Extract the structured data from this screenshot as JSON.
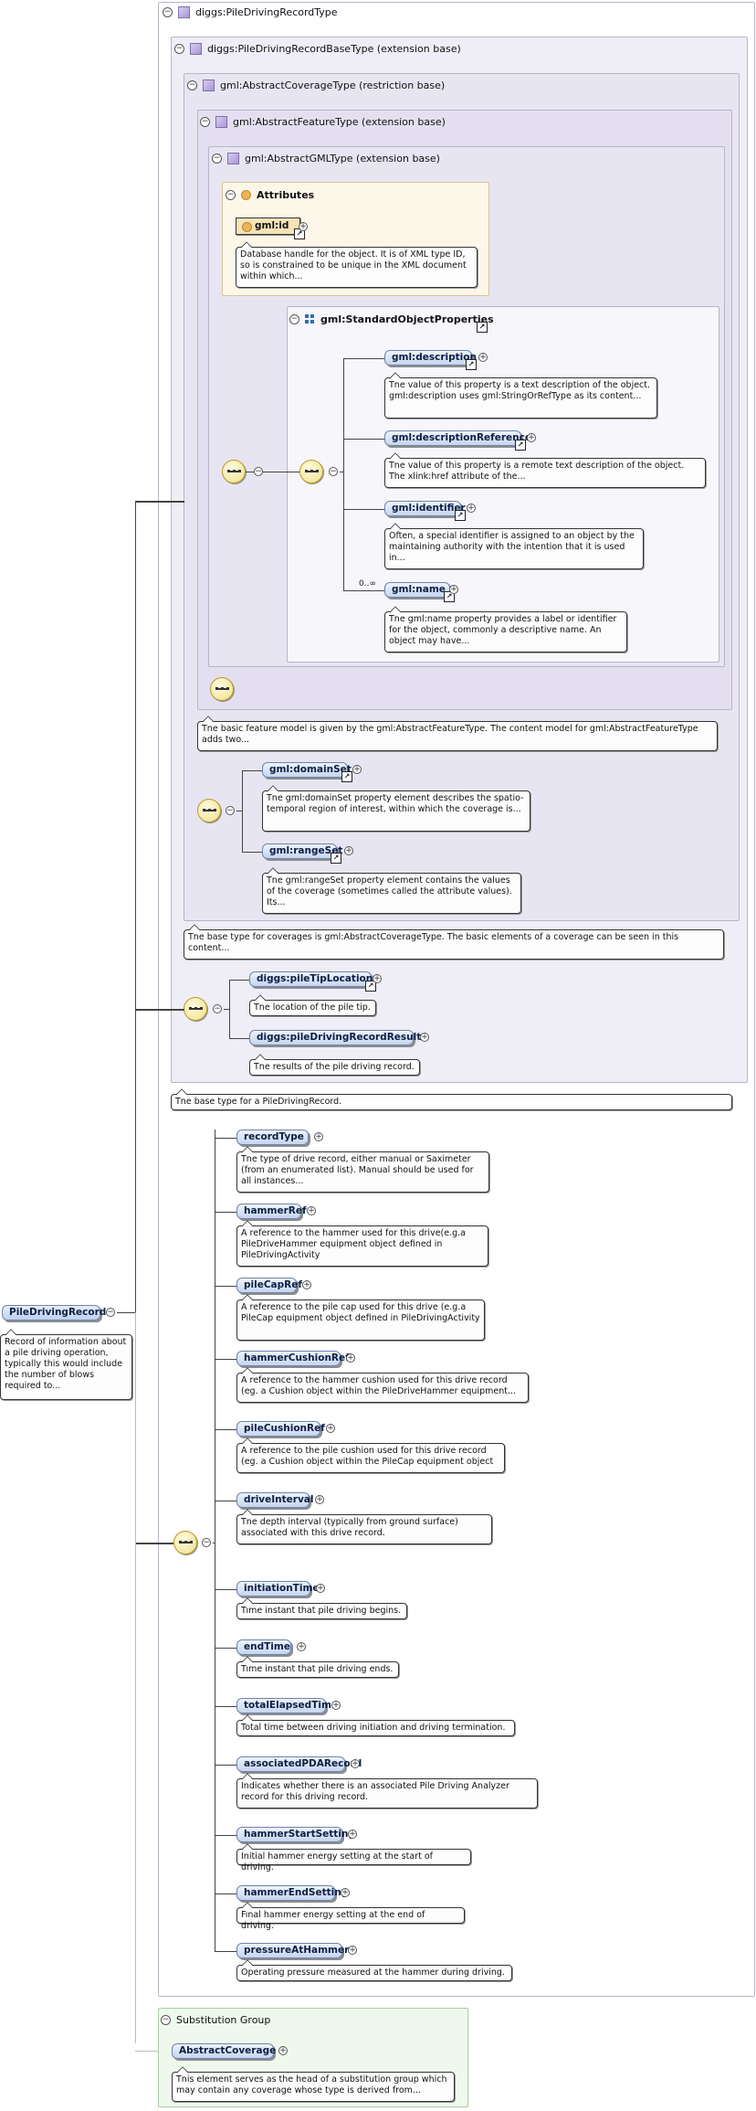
{
  "diagram": {
    "root": {
      "name": "PileDrivingRecord",
      "doc": "Record of information about a pile driving operation, typically this would include the number of blows required to..."
    },
    "pile_driving_record_type": {
      "title": "diggs:PileDrivingRecordType",
      "doc": "The base type for a PileDrivingRecord."
    },
    "base_type": {
      "title": "diggs:PileDrivingRecordBaseType (extension base)"
    },
    "abstract_coverage_type": {
      "title": "gml:AbstractCoverageType (restriction base)",
      "doc": "The base type for coverages is gml:AbstractCoverageType. The basic elements of a coverage can be seen in this content..."
    },
    "abstract_feature_type": {
      "title": "gml:AbstractFeatureType (extension base)",
      "doc": "The basic feature model is given by the gml:AbstractFeatureType. The content model for gml:AbstractFeatureType adds two..."
    },
    "abstract_gml_type": {
      "title": "gml:AbstractGMLType (extension base)"
    },
    "attributes": {
      "title": "Attributes",
      "attr_name": "gml:id",
      "attr_doc": "Database handle for the object. It is of XML type ID, so is constrained to be unique in the XML document within which..."
    },
    "standard_object_properties": {
      "title": "gml:StandardObjectProperties",
      "items": [
        {
          "name": "gml:description",
          "doc": "The value of this property is a text description of the object. gml:description uses gml:StringOrRefType as its content..."
        },
        {
          "name": "gml:descriptionReference",
          "doc": "The value of this property is a remote text description of the object. The xlink:href attribute of the..."
        },
        {
          "name": "gml:identifier",
          "doc": "Often, a special identifier is assigned to an object by the maintaining authority with the intention that it is used in..."
        },
        {
          "name": "gml:name",
          "doc": "The gml:name property provides a label or identifier for the object, commonly a descriptive name. An object may have...",
          "occurrence": "0..∞"
        }
      ]
    },
    "coverage_elements": [
      {
        "name": "gml:domainSet",
        "doc": "The gml:domainSet property element describes the spatio-temporal region of interest, within which the coverage is..."
      },
      {
        "name": "gml:rangeSet",
        "doc": "The gml:rangeSet property element contains the values of the coverage (sometimes called the attribute values). Its..."
      }
    ],
    "base_elements": [
      {
        "name": "diggs:pileTipLocation",
        "doc": "The location of the pile tip."
      },
      {
        "name": "diggs:pileDrivingRecordResults",
        "doc": "The results of the pile driving record."
      }
    ],
    "record_elements": [
      {
        "name": "recordType",
        "doc": "The type of drive record, either manual or Saximeter (from an enumerated list). Manual should be used for all instances..."
      },
      {
        "name": "hammerRef",
        "doc": "A reference to the hammer used for this drive(e.g.a PileDriveHammer equipment object defined in PileDrivingActivity"
      },
      {
        "name": "pileCapRef",
        "doc": "A reference to the pile cap used for this drive (e.g.a PileCap equipment object defined in PileDrivingActivity"
      },
      {
        "name": "hammerCushionRef",
        "doc": "A reference to the hammer cushion used for this drive record (eg. a Cushion object within the PileDriveHammer equipment..."
      },
      {
        "name": "pileCushionRef",
        "doc": "A reference to the pile cushion used for this drive record (eg. a Cushion object within the PileCap equipment object"
      },
      {
        "name": "driveInterval",
        "doc": "The depth interval (typically from ground surface) associated with this drive record."
      },
      {
        "name": "initiationTime",
        "doc": "Time instant that pile driving begins."
      },
      {
        "name": "endTime",
        "doc": "Time instant that pile driving ends."
      },
      {
        "name": "totalElapsedTime",
        "doc": "Total time between driving initiation and driving termination."
      },
      {
        "name": "associatedPDARecord",
        "doc": "Indicates whether there is an associated Pile Driving Analyzer record for this driving record."
      },
      {
        "name": "hammerStartSetting",
        "doc": "Initial hammer energy setting at the start of driving."
      },
      {
        "name": "hammerEndSetting",
        "doc": "Final hammer energy setting at the end of driving."
      },
      {
        "name": "pressureAtHammer",
        "doc": "Operating pressure measured at the hammer during driving."
      }
    ],
    "substitution_group": {
      "title": "Substitution Group",
      "name": "AbstractCoverage",
      "doc": "This element serves as the head of a substitution group which may contain any coverage whose type is derived from..."
    },
    "icons": [
      "collapse-icon",
      "type-icon",
      "attribute-icon",
      "group-icon",
      "sequence-icon",
      "reference-arrow-icon",
      "expand-icon"
    ]
  }
}
